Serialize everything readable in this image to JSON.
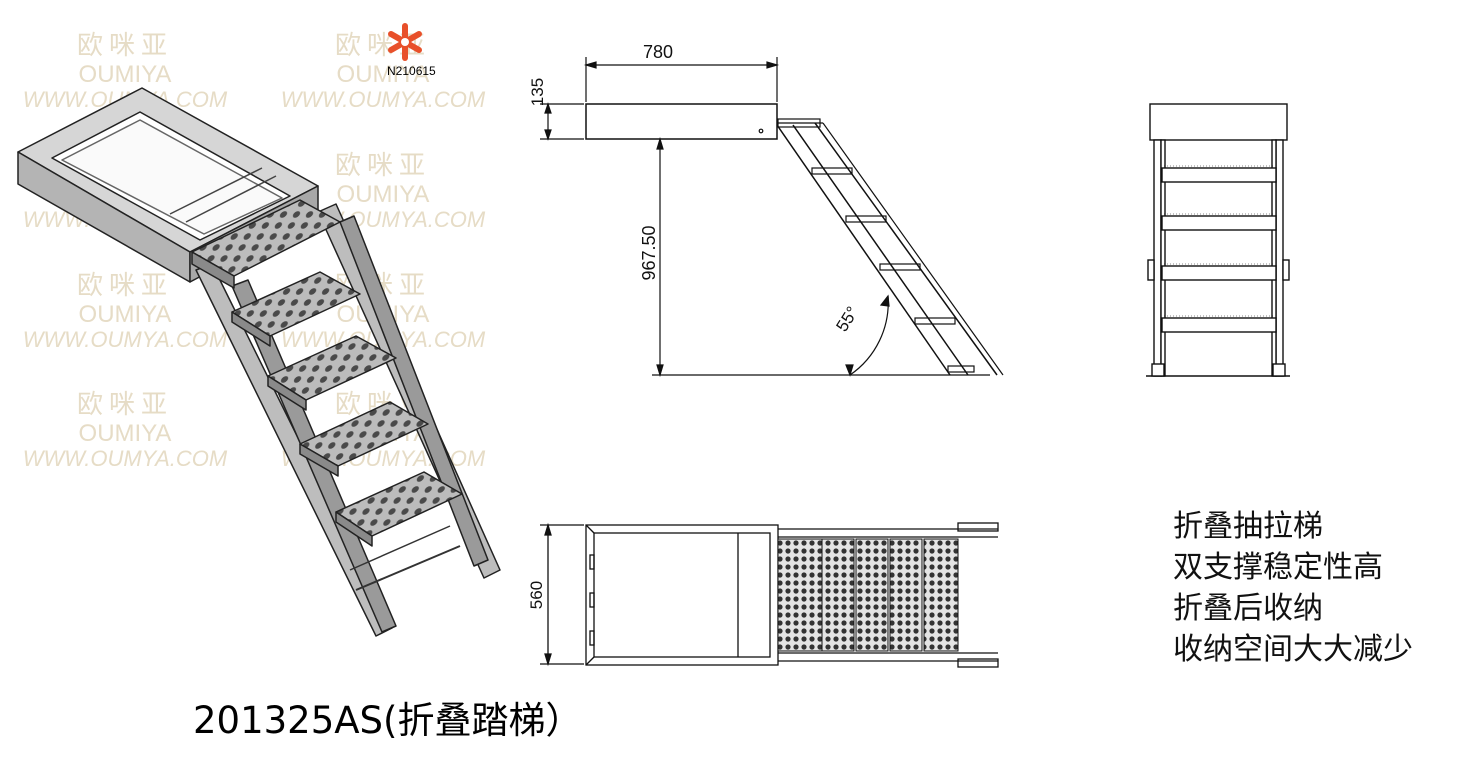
{
  "watermark": {
    "brand_cn": "欧咪亚",
    "brand_en": "OUMIYA",
    "url": "WWW.OUMYA.COM"
  },
  "logo": {
    "code": "N210615",
    "color": "#e8502a"
  },
  "dimensions": {
    "width_top": "780",
    "height_box": "135",
    "height_total": "967.50",
    "angle": "55°",
    "width_plan": "560"
  },
  "features": [
    "折叠抽拉梯",
    "双支撑稳定性高",
    "折叠后收纳",
    "收纳空间大大减少"
  ],
  "model_label": "201325AS(折叠踏梯）",
  "colors": {
    "line": "#111111",
    "steel": "#c8c8c8",
    "watermark": "#e6dcc6"
  }
}
